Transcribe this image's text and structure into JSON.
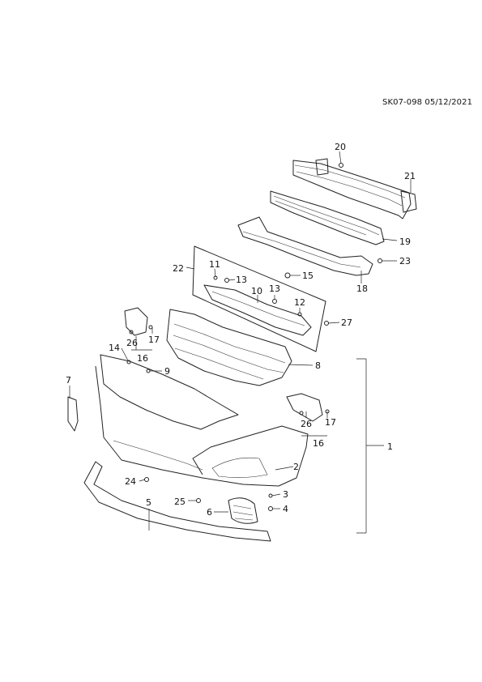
{
  "diagram": {
    "reference": "SK07-098 05/12/2021",
    "callouts": [
      "1",
      "2",
      "3",
      "4",
      "5",
      "6",
      "7",
      "8",
      "9",
      "10",
      "11",
      "12",
      "13",
      "13",
      "14",
      "15",
      "16",
      "16",
      "17",
      "17",
      "18",
      "19",
      "20",
      "21",
      "22",
      "23",
      "24",
      "25",
      "26",
      "26",
      "27"
    ]
  }
}
